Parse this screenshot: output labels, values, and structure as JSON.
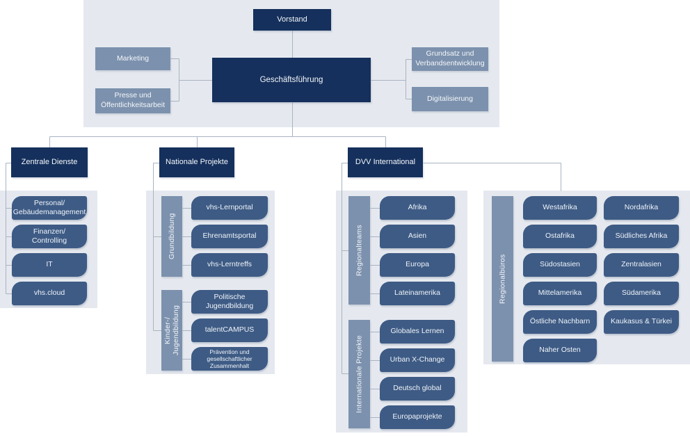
{
  "colors": {
    "navy": "#15305c",
    "slate": "#3e5b85",
    "steel": "#7c91ad",
    "panel": "#e5e9ef",
    "line": "#a9b3c2"
  },
  "top": {
    "vorstand": "Vorstand",
    "geschaeftsfuehrung": "Geschäftsführung",
    "staff_left": [
      "Marketing",
      "Presse und\nÖffentlichkeitsarbeit"
    ],
    "staff_right": [
      "Grundsatz und\nVerbandsentwicklung",
      "Digitalisierung"
    ]
  },
  "zentrale_dienste": {
    "title": "Zentrale Dienste",
    "items": [
      "Personal/\nGebäudemanagement",
      "Finanzen/\nControlling",
      "IT",
      "vhs.cloud"
    ]
  },
  "nationale_projekte": {
    "title": "Nationale Projekte",
    "groups": [
      {
        "label": "Grundbildung",
        "items": [
          "vhs-Lernportal",
          "Ehrenamtsportal",
          "vhs-Lerntreffs"
        ]
      },
      {
        "label": "Kinder-/\nJugendbildung",
        "items": [
          "Politische\nJugendbildung",
          "talentCAMPUS",
          "Prävention und\ngesellschaftlicher\nZusammenhalt"
        ]
      }
    ]
  },
  "dvv_international": {
    "title": "DVV International",
    "groups": [
      {
        "label": "Regionalteams",
        "items": [
          "Afrika",
          "Asien",
          "Europa",
          "Lateinamerika"
        ]
      },
      {
        "label": "Internationale Projekte",
        "items": [
          "Globales Lernen",
          "Urban X-Change",
          "Deutsch global",
          "Europaprojekte"
        ]
      }
    ]
  },
  "regionalbueros": {
    "label": "Regionalbüros",
    "col1": [
      "Westafrika",
      "Ostafrika",
      "Südostasien",
      "Mittelamerika",
      "Östliche Nachbarn",
      "Naher Osten"
    ],
    "col2": [
      "Nordafrika",
      "Südliches Afrika",
      "Zentralasien",
      "Südamerika",
      "Kaukasus & Türkei"
    ]
  }
}
